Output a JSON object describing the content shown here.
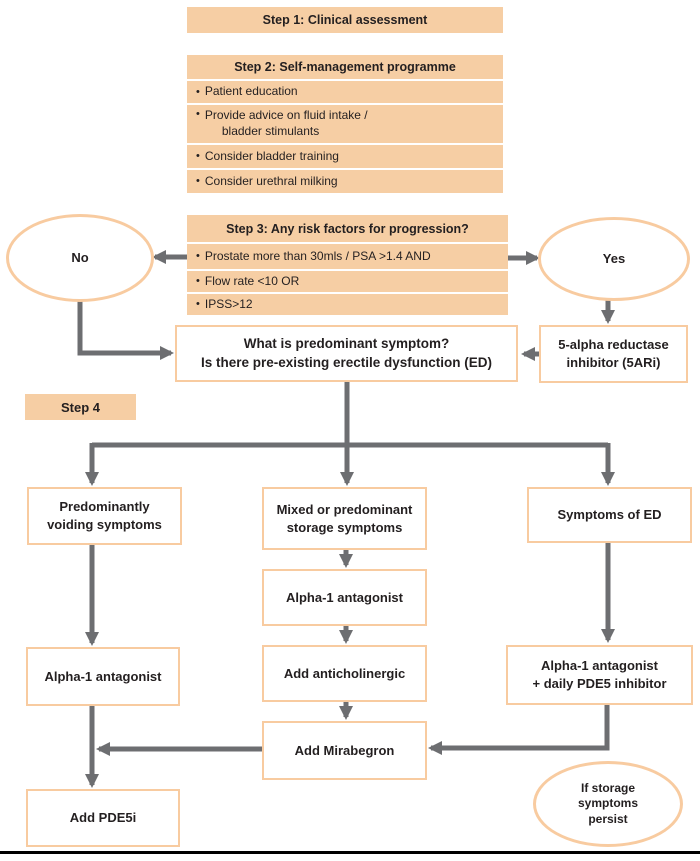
{
  "colors": {
    "orange_fill": "#f6cea4",
    "orange_border": "#f8cba0",
    "arrow_gray": "#6d6e71",
    "text_dark": "#231f20",
    "divider_black": "#000000"
  },
  "bullets": {
    "glyph": "•"
  },
  "step1": {
    "title": "Step 1: Clinical assessment"
  },
  "step2": {
    "title": "Step 2: Self-management programme",
    "items": [
      {
        "line1": "Patient education"
      },
      {
        "line1": "Provide advice on fluid intake /",
        "line2": "bladder stimulants"
      },
      {
        "line1": "Consider bladder training"
      },
      {
        "line1": "Consider urethral milking"
      }
    ]
  },
  "step3": {
    "title": "Step 3: Any risk factors for progression?",
    "items": [
      {
        "line1": "Prostate more than 30mls / PSA >1.4 AND"
      },
      {
        "line1": "Flow rate <10 OR"
      },
      {
        "line1": "IPSS>12"
      }
    ]
  },
  "decisions": {
    "no": "No",
    "yes": "Yes"
  },
  "question": {
    "line1": "What is predominant symptom?",
    "line2": "Is there pre-existing erectile dysfunction (ED)"
  },
  "five_ari": {
    "line1": "5-alpha reductase",
    "line2": "inhibitor (5ARi)"
  },
  "step4": {
    "label": "Step 4"
  },
  "branches": {
    "voiding": {
      "line1": "Predominantly",
      "line2": "voiding symptoms"
    },
    "storage": {
      "line1": "Mixed or predominant",
      "line2": "storage symptoms"
    },
    "ed": {
      "line1": "Symptoms of ED"
    }
  },
  "treatments": {
    "alpha1_left": "Alpha-1 antagonist",
    "alpha1_center": "Alpha-1 antagonist",
    "anticholinergic": "Add anticholinergic",
    "mirabegron": "Add Mirabegron",
    "alpha1_pde5": {
      "line1": "Alpha-1 antagonist",
      "line2": "+ daily PDE5 inhibitor"
    },
    "add_pde5i": "Add PDE5i"
  },
  "persist": {
    "line1": "If storage",
    "line2": "symptoms",
    "line3": "persist"
  }
}
